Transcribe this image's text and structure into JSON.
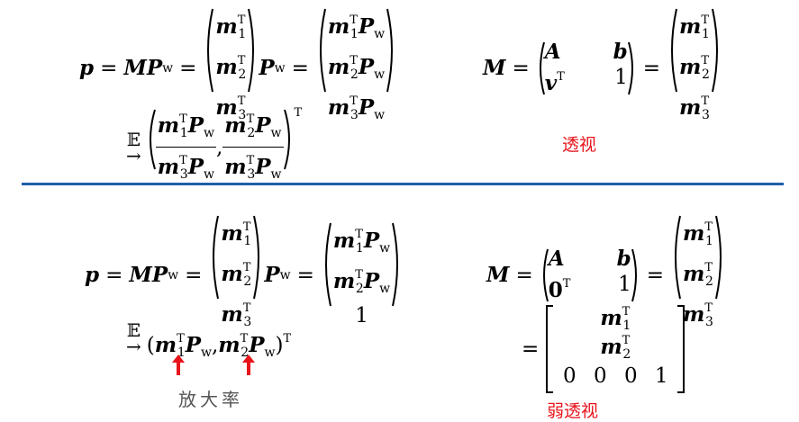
{
  "top": {
    "label": "透视",
    "eq1": {
      "p": "p",
      "eq": "=",
      "M": "M",
      "P": "P",
      "w": "w"
    },
    "row_labels": [
      "1",
      "2",
      "3"
    ],
    "T": "T",
    "M_def": {
      "A": "A",
      "b": "b",
      "v": "v",
      "one": "1"
    },
    "proj": {
      "E": "𝔼",
      "arrow": "→",
      "comma": ","
    }
  },
  "bottom": {
    "label": "弱透视",
    "mag_label": "放大率",
    "M_def": {
      "A": "A",
      "b": "b",
      "zero": "0",
      "one": "1"
    },
    "last_row": [
      "0",
      "0",
      "0",
      "1"
    ],
    "one": "1"
  },
  "colors": {
    "divider": "#1f5ea8",
    "accent_red": "#e8141b",
    "label_gray": "#555555"
  }
}
